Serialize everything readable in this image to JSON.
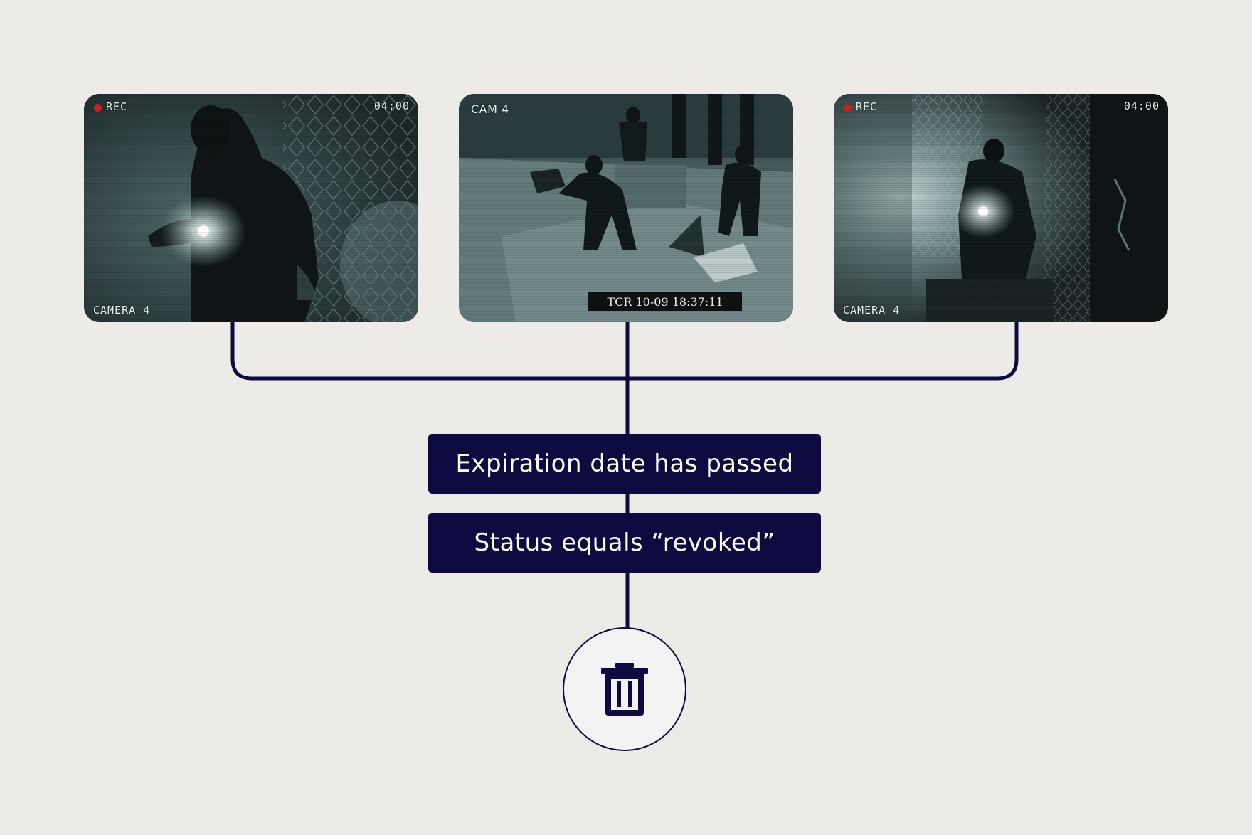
{
  "colors": {
    "background": "#ecebe8",
    "connector": "#0c0a3e",
    "condition_box": "#0c0a3e",
    "condition_text": "#ffffff",
    "rec_dot": "#c8201f"
  },
  "feeds": [
    {
      "rec_label": "REC",
      "time": "04:00",
      "camera_label": "CAMERA 4"
    },
    {
      "cam_label": "CAM 4",
      "timecode": "TCR 10-09 18:37:11"
    },
    {
      "rec_label": "REC",
      "time": "04:00",
      "camera_label": "CAMERA 4"
    }
  ],
  "conditions": [
    {
      "label": "Expiration date has passed"
    },
    {
      "label": "Status equals “revoked”"
    }
  ],
  "action": {
    "icon": "trash-icon"
  }
}
